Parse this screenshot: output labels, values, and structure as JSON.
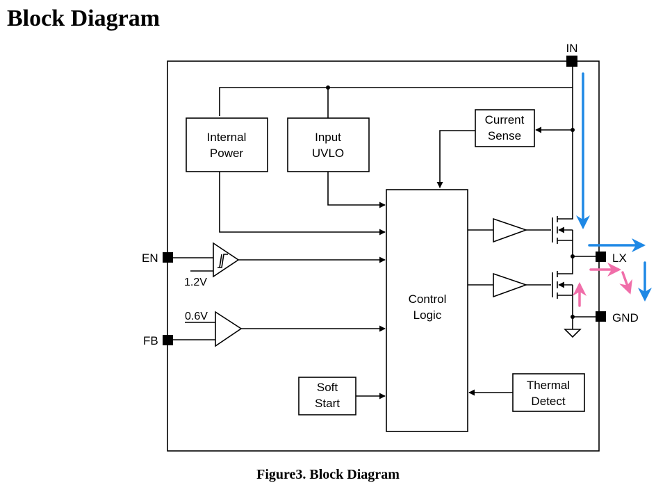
{
  "page": {
    "heading": "Block Diagram",
    "caption": "Figure3. Block Diagram"
  },
  "blocks": {
    "internal_power": [
      "Internal",
      "Power"
    ],
    "input_uvlo": [
      "Input",
      "UVLO"
    ],
    "current_sense": [
      "Current",
      "Sense"
    ],
    "control_logic": [
      "Control",
      "Logic"
    ],
    "soft_start": [
      "Soft",
      "Start"
    ],
    "thermal_detect": [
      "Thermal",
      "Detect"
    ]
  },
  "pins": {
    "in": "IN",
    "en": "EN",
    "fb": "FB",
    "lx": "LX",
    "gnd": "GND"
  },
  "references": {
    "en_threshold": "1.2V",
    "fb_reference": "0.6V"
  },
  "colors": {
    "current_path_blue": "#1e88e5",
    "current_path_pink": "#f06ea9"
  }
}
